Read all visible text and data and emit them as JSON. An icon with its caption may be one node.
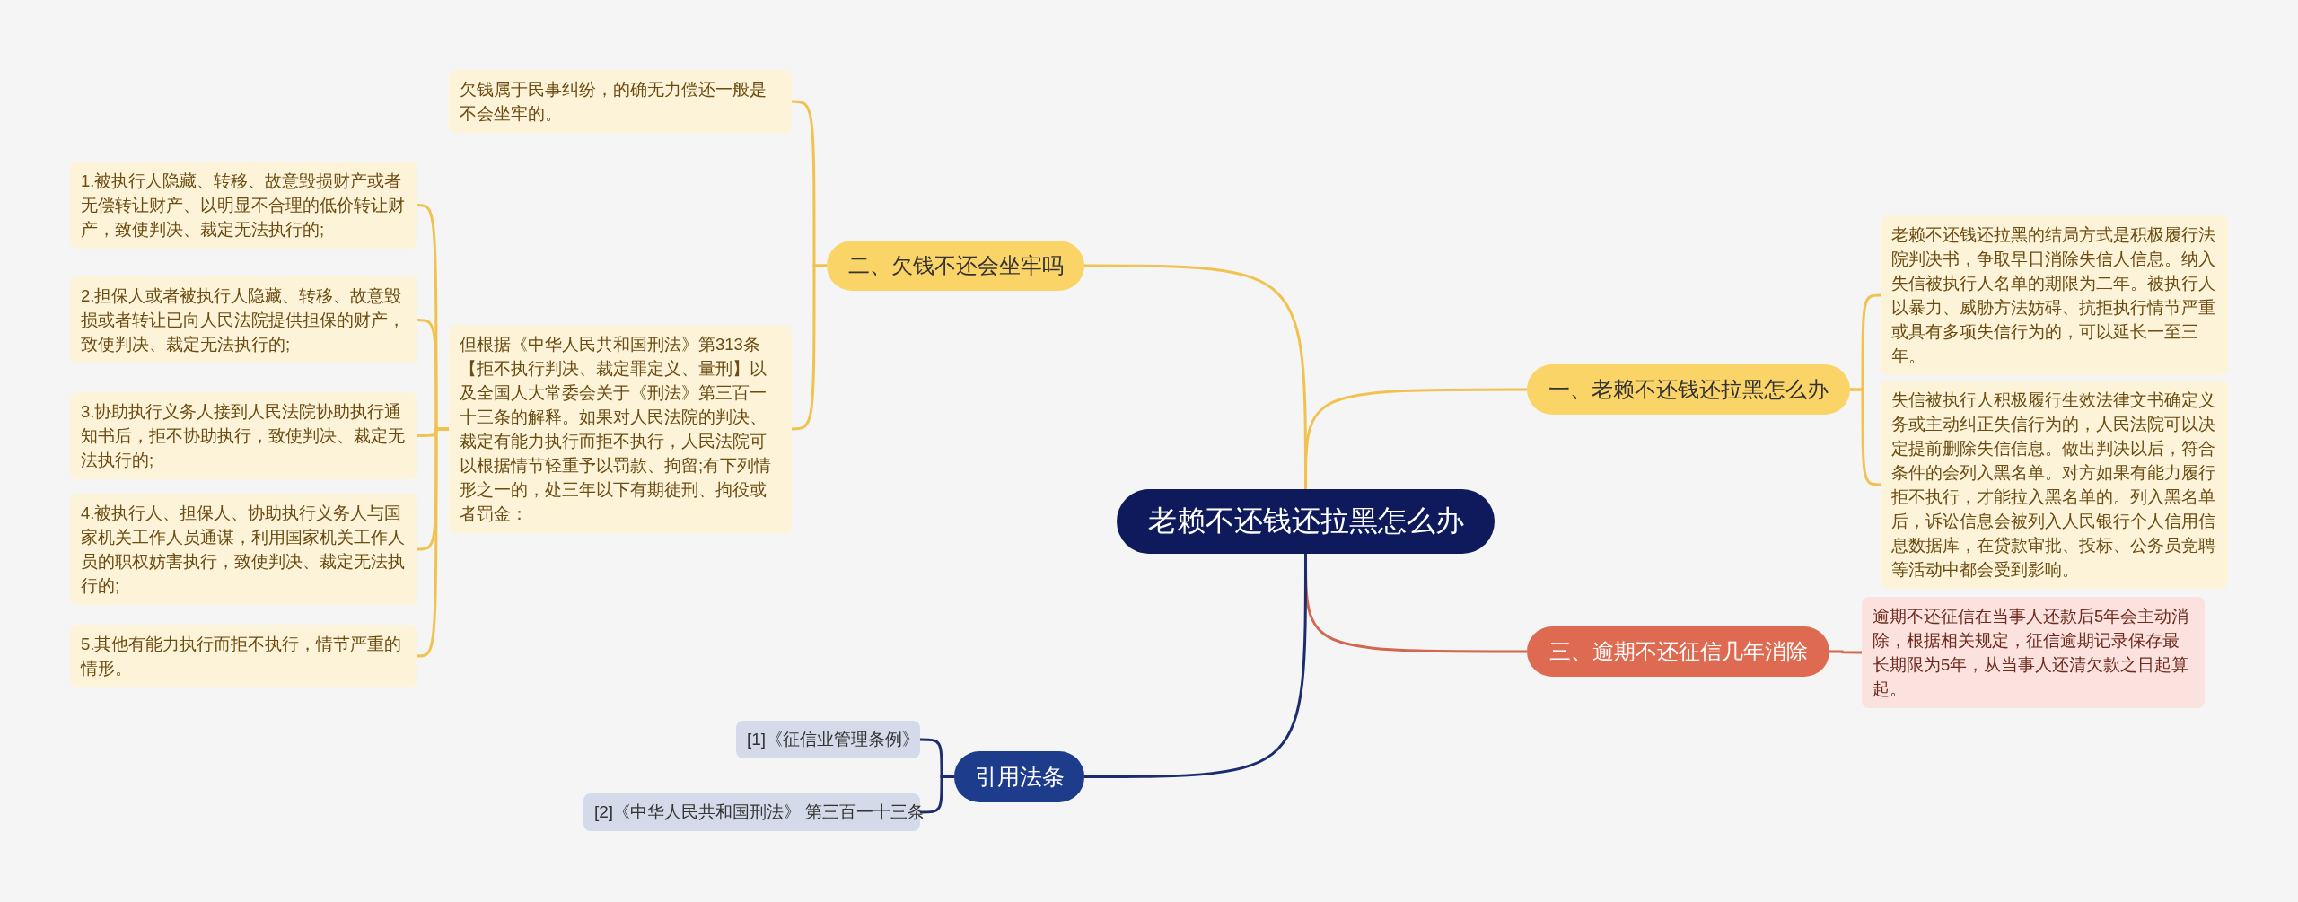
{
  "diagram": {
    "nodes": [
      {
        "text": [
          "老赖不还钱还拉黑怎么办"
        ]
      },
      {
        "text": [
          "一、老赖不还钱还拉黑怎么办"
        ]
      },
      {
        "text": [
          "老赖不还钱还拉黑的结局方式是积极履行法院判决书，争取早日消除失信人信息。纳入失信被执行人名单的期限为二年。被执行人以暴力、威胁方法妨碍、抗拒执行情节严重或具有多项失信行为的，可以延长一至三年。"
        ]
      },
      {
        "text": [
          "失信被执行人积极履行生效法律文书确定义务或主动纠正失信行为的，人民法院可以决定提前删除失信信息。做出判决以后，符合条件的会列入黑名单。对方如果有能力履行拒不执行，才能拉入黑名单的。列入黑名单后，诉讼信息会被列入人民银行个人信用信息数据库，在贷款审批、投标、公务员竞聘等活动中都会受到影响。"
        ]
      },
      {
        "text": [
          "二、欠钱不还会坐牢吗"
        ]
      },
      {
        "text": [
          "欠钱属于民事纠纷，的确无力偿还一般是不会坐牢的。"
        ]
      },
      {
        "text": [
          "但根据《中华人民共和国刑法》第313条【拒不执行判决、裁定罪定义、量刑】以及全国人大常委会关于《刑法》第三百一十三条的解释。如果对人民法院的判决、裁定有能力执行而拒不执行，人民法院可以根据情节轻重予以罚款、拘留;有下列情形之一的，处三年以下有期徒刑、拘役或者罚金："
        ]
      },
      {
        "text": [
          "1.被执行人隐藏、转移、故意毁损财产或者无偿转让财产、以明显不合理的低价转让财产，致使判决、裁定无法执行的;"
        ]
      },
      {
        "text": [
          "2.担保人或者被执行人隐藏、转移、故意毁损或者转让已向人民法院提供担保的财产，致使判决、裁定无法执行的;"
        ]
      },
      {
        "text": [
          "3.协助执行义务人接到人民法院协助执行通知书后，拒不协助执行，致使判决、裁定无法执行的;"
        ]
      },
      {
        "text": [
          "4.被执行人、担保人、协助执行义务人与国家机关工作人员通谋，利用国家机关工作人员的职权妨害执行，致使判决、裁定无法执行的;"
        ]
      },
      {
        "text": [
          "5.其他有能力执行而拒不执行，情节严重的情形。"
        ]
      },
      {
        "text": [
          "三、逾期不还征信几年消除"
        ]
      },
      {
        "text": [
          "逾期不还征信在当事人还款后5年会主动消除，根据相关规定，征信逾期记录保存最长期限为5年，从当事人还清欠款之日起算起。"
        ]
      },
      {
        "text": [
          "引用法条"
        ]
      },
      {
        "text": [
          "[1]《征信业管理条例》"
        ]
      },
      {
        "text": [
          "[2]《中华人民共和国刑法》 第三百一十三条"
        ]
      }
    ],
    "edges": [
      {
        "from": 0,
        "to": 1,
        "arrow": "none"
      },
      {
        "from": 1,
        "to": 2,
        "arrow": "none"
      },
      {
        "from": 1,
        "to": 3,
        "arrow": "none"
      },
      {
        "from": 0,
        "to": 4,
        "arrow": "none"
      },
      {
        "from": 4,
        "to": 5,
        "arrow": "none"
      },
      {
        "from": 4,
        "to": 6,
        "arrow": "none"
      },
      {
        "from": 6,
        "to": 7,
        "arrow": "none"
      },
      {
        "from": 6,
        "to": 8,
        "arrow": "none"
      },
      {
        "from": 6,
        "to": 9,
        "arrow": "none"
      },
      {
        "from": 6,
        "to": 10,
        "arrow": "none"
      },
      {
        "from": 6,
        "to": 11,
        "arrow": "none"
      },
      {
        "from": 0,
        "to": 12,
        "arrow": "none",
        "color": "#d2664e"
      },
      {
        "from": 12,
        "to": 13,
        "arrow": "none",
        "color": "#d2664e"
      },
      {
        "from": 0,
        "to": 14,
        "arrow": "none",
        "color": "#1b2d6e"
      },
      {
        "from": 14,
        "to": 15,
        "arrow": "none",
        "color": "#1b2d6e"
      },
      {
        "from": 14,
        "to": 16,
        "arrow": "none",
        "color": "#1b2d6e"
      }
    ]
  }
}
